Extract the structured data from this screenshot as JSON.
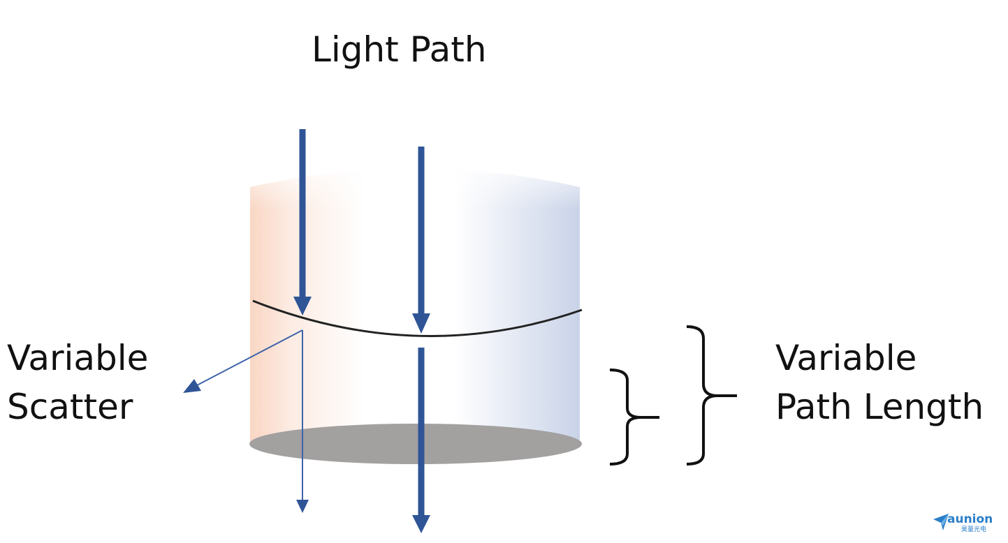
{
  "title": "Light Path",
  "labels": {
    "scatter_line1": "Variable",
    "scatter_line2": "Scatter",
    "path_line1": "Variable",
    "path_line2": "Path Length"
  },
  "logo": {
    "brand": "aunion",
    "sub": "昊量光电"
  },
  "colors": {
    "arrow": "#2f5597",
    "scatter_arrow": "#3e63a8",
    "base": "#a3a0a0",
    "text": "#111111",
    "logo": "#2a7ec8"
  }
}
